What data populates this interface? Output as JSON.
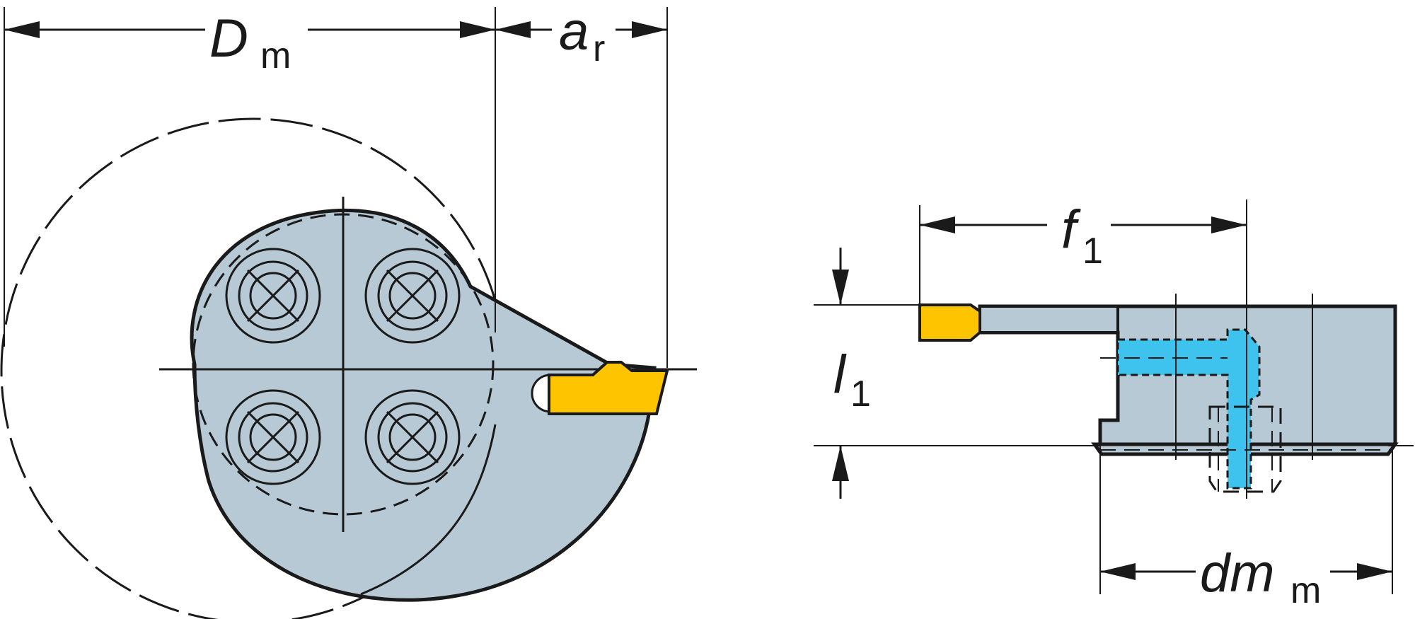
{
  "dimensions": {
    "Dm": {
      "main": "D",
      "sub": "m"
    },
    "ar": {
      "main": "a",
      "sub": "r"
    },
    "f1": {
      "main": "f",
      "sub": "1"
    },
    "l1": {
      "main": "l",
      "sub": "1"
    },
    "dmm": {
      "main": "dm",
      "sub": "m"
    }
  },
  "colors": {
    "body": "#b6c9d4",
    "insert": "#ffc400",
    "coolant": "#3ec3ee",
    "line": "#1a1a1a"
  }
}
